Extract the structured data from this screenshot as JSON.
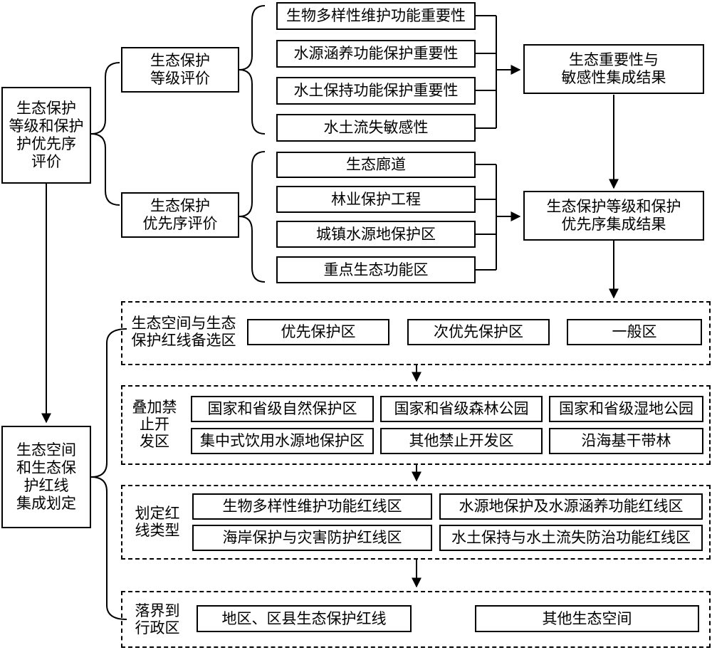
{
  "left_column": {
    "eval": "生态保护\n等级和保护\n护优先序\n评价",
    "delineation": "生态空间\n和生态保\n护红线\n集成划定"
  },
  "grade_eval": {
    "title": "生态保护\n等级评价",
    "items": [
      "生物多样性维护功能重要性",
      "水源涵养功能保护重要性",
      "水土保持功能保护重要性",
      "水土流失敏感性"
    ]
  },
  "priority_eval": {
    "title": "生态保护\n优先序评价",
    "items": [
      "生态廊道",
      "林业保护工程",
      "城镇水源地保护区",
      "重点生态功能区"
    ]
  },
  "results": {
    "importance": "生态重要性与\n敏感性集成结果",
    "grade_priority": "生态保护等级和保护\n优先序集成结果"
  },
  "candidate": {
    "label": "生态空间与生态\n保护红线备选区",
    "items": [
      "优先保护区",
      "次优先保护区",
      "一般区"
    ]
  },
  "overlay": {
    "label": "叠加禁\n止开\n发区",
    "items": [
      "国家和省级自然保护区",
      "国家和省级森林公园",
      "国家和省级湿地公园",
      "集中式饮用水源地保护区",
      "其他禁止开发区",
      "沿海基干带林"
    ]
  },
  "redline_types": {
    "label": "划定红\n线类型",
    "items": [
      "生物多样性维护功能红线区",
      "水源地保护及水源涵养功能红线区",
      "海岸保护与灾害防护红线区",
      "水土保持与水土流失防治功能红线区"
    ]
  },
  "admin": {
    "label": "落界到\n行政区",
    "items": [
      "地区、区县生态保护红线",
      "其他生态空间"
    ]
  }
}
